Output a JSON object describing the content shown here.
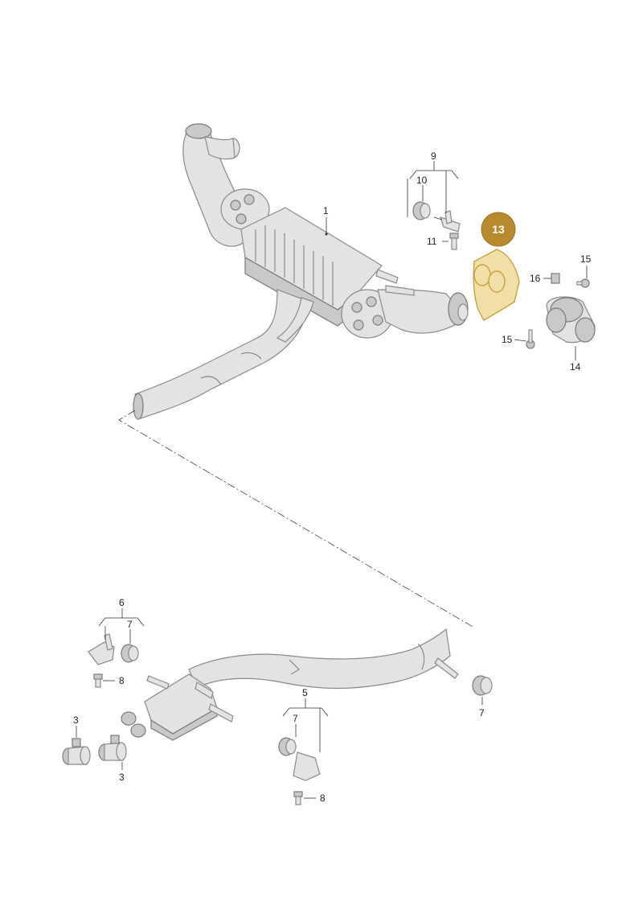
{
  "colors": {
    "highlight_fill": "#f2dfa8",
    "highlight_stroke": "#c9a13b",
    "badge": "#b88a2e",
    "part_fill": "#e3e3e3",
    "part_stroke": "#8a8a8a"
  },
  "highlighted_part": "13",
  "callouts": {
    "c1": "1",
    "c3a": "3",
    "c3b": "3",
    "c5": "5",
    "c6": "6",
    "c7a": "7",
    "c7b": "7",
    "c7c": "7",
    "c8a": "8",
    "c8b": "8",
    "c9": "9",
    "c10": "10",
    "c11": "11",
    "c13": "13",
    "c14": "14",
    "c15a": "15",
    "c15b": "15",
    "c16": "16"
  }
}
